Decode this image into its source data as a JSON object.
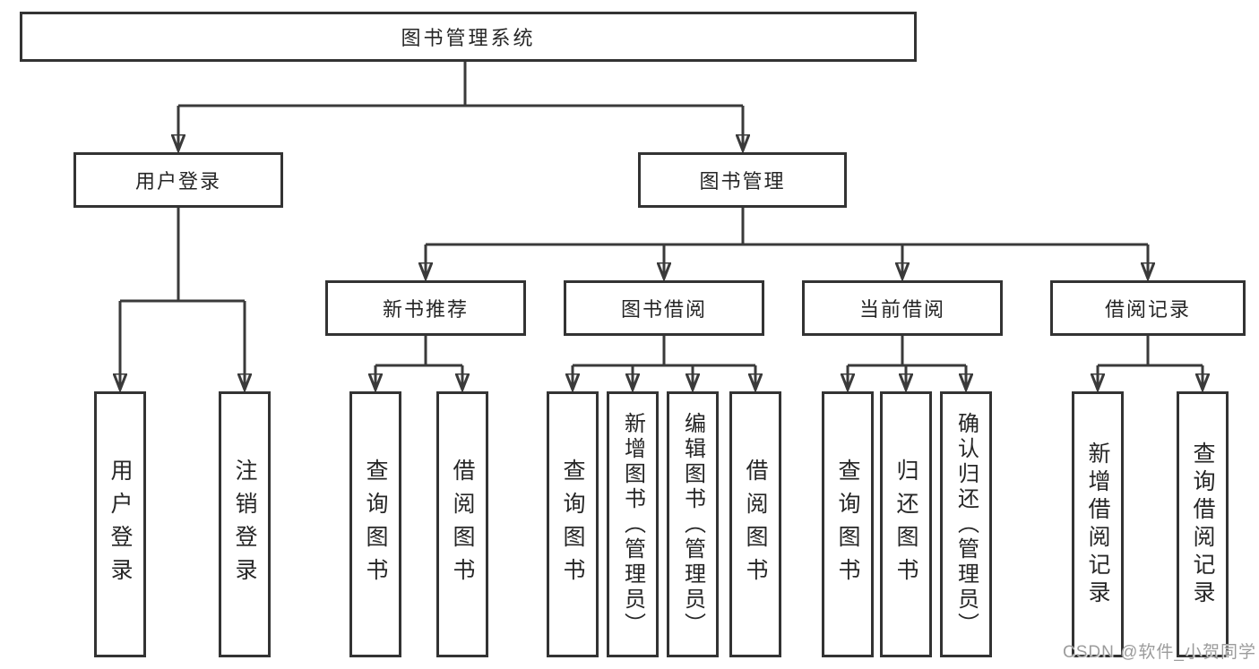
{
  "colors": {
    "background": "#ffffff",
    "line": "#3a3a3a",
    "box_border": "#333333",
    "text": "#262626",
    "watermark": "#9c9c9c"
  },
  "watermark": {
    "text": "CSDN @软件_小贺同学"
  },
  "tree": {
    "root": {
      "label": "图书管理系统"
    },
    "children": [
      {
        "label": "用户登录",
        "children": [
          {
            "label": "用户登录"
          },
          {
            "label": "注销登录"
          }
        ]
      },
      {
        "label": "图书管理",
        "children": [
          {
            "label": "新书推荐",
            "children": [
              {
                "label": "查询图书"
              },
              {
                "label": "借阅图书"
              }
            ]
          },
          {
            "label": "图书借阅",
            "children": [
              {
                "label": "查询图书"
              },
              {
                "label": "新增图书（管理员）"
              },
              {
                "label": "编辑图书（管理员）"
              },
              {
                "label": "借阅图书"
              }
            ]
          },
          {
            "label": "当前借阅",
            "children": [
              {
                "label": "查询图书"
              },
              {
                "label": "归还图书"
              },
              {
                "label": "确认归还（管理员）"
              }
            ]
          },
          {
            "label": "借阅记录",
            "children": [
              {
                "label": "新增借阅记录"
              },
              {
                "label": "查询借阅记录"
              }
            ]
          }
        ]
      }
    ]
  }
}
